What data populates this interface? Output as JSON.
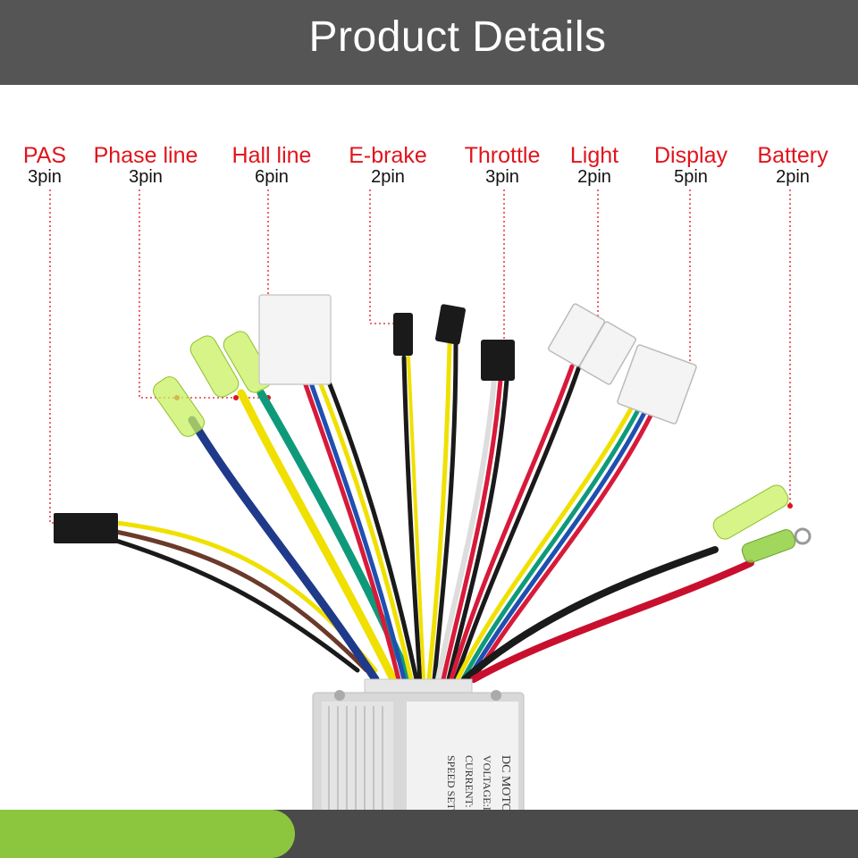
{
  "header": {
    "title": "Product  Details"
  },
  "connectors": [
    {
      "name": "PAS",
      "pins": "3pin"
    },
    {
      "name": "Phase line",
      "pins": "3pin"
    },
    {
      "name": "Hall line",
      "pins": "6pin"
    },
    {
      "name": "E-brake",
      "pins": "2pin"
    },
    {
      "name": "Throttle",
      "pins": "3pin"
    },
    {
      "name": "Light",
      "pins": "2pin"
    },
    {
      "name": "Display",
      "pins": "5pin"
    },
    {
      "name": "Battery",
      "pins": "2pin"
    }
  ],
  "controller_label": {
    "line1": "DC MOTO",
    "line2": "VOLTAGE:D",
    "line3": "CURRENT: I",
    "line4": "SPEED SET"
  },
  "colors": {
    "header_bg": "#555555",
    "label_red": "#e0141c",
    "footer_green": "#8cc63f",
    "footer_gray": "#4a4a4a"
  }
}
